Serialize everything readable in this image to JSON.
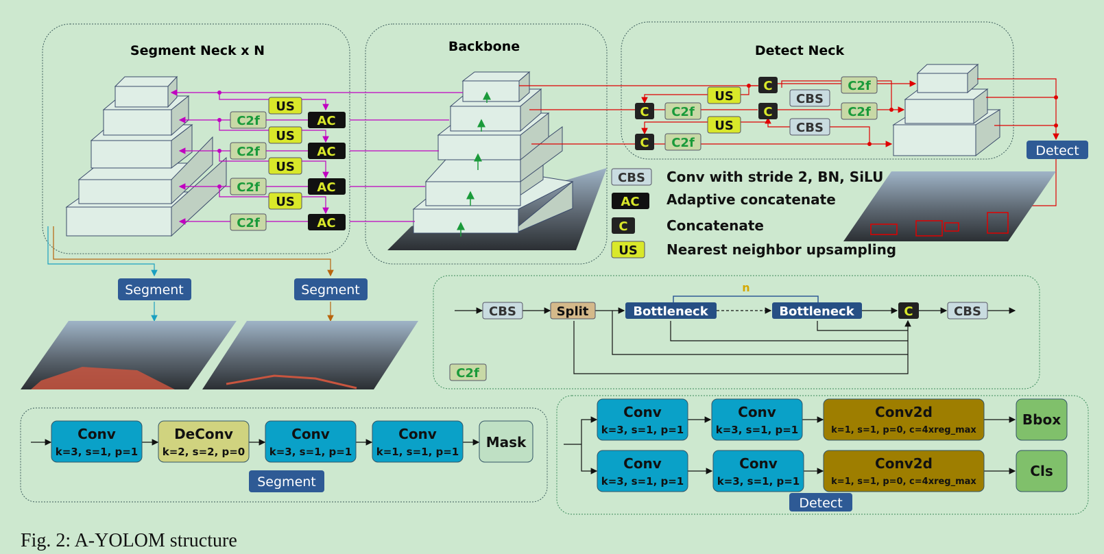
{
  "panels": {
    "segment_neck": "Segment Neck x N",
    "backbone": "Backbone",
    "detect_neck": "Detect Neck"
  },
  "blocks": {
    "us": "US",
    "ac": "AC",
    "c2f": "C2f",
    "c": "C",
    "cbs": "CBS",
    "segment": "Segment",
    "detect": "Detect"
  },
  "legend": [
    {
      "tag": "CBS",
      "text": "Conv with stride 2, BN, SiLU"
    },
    {
      "tag": "AC",
      "text": "Adaptive concatenate"
    },
    {
      "tag": "C",
      "text": "Concatenate"
    },
    {
      "tag": "US",
      "text": "Nearest neighbor upsampling"
    }
  ],
  "c2f_detail": {
    "n_label": "n",
    "cbs": "CBS",
    "split": "Split",
    "bottleneck": "Bottleneck",
    "c": "C",
    "tag": "C2f"
  },
  "segment_head": {
    "conv1": {
      "title": "Conv",
      "params": "k=3, s=1, p=1"
    },
    "deconv": {
      "title": "DeConv",
      "params": "k=2, s=2, p=0"
    },
    "conv2": {
      "title": "Conv",
      "params": "k=3, s=1, p=1"
    },
    "conv3": {
      "title": "Conv",
      "params": "k=1, s=1, p=1"
    },
    "mask": "Mask",
    "tag": "Segment"
  },
  "detect_head": {
    "conv": "Conv",
    "params": "k=3, s=1, p=1",
    "conv2d": "Conv2d",
    "conv2d_params": "k=1, s=1, p=0, c=4xreg_max",
    "bbox": "Bbox",
    "cls": "Cls",
    "tag": "Detect"
  },
  "caption": "Fig. 2: A-YOLOM structure",
  "colors": {
    "background": "#cde8cf",
    "us_block": "#d9e82a",
    "ac_block": "#111111",
    "c2f_block": "#c8d9a6",
    "cbs_block": "#c9dce0",
    "tag_blue": "#2e5a95",
    "conv_cyan": "#0aa1c8",
    "deconv": "#d0d37f",
    "conv2d": "#9e7e00",
    "out_green": "#80c06b",
    "magenta": "#c000c0",
    "red": "#e00000"
  }
}
